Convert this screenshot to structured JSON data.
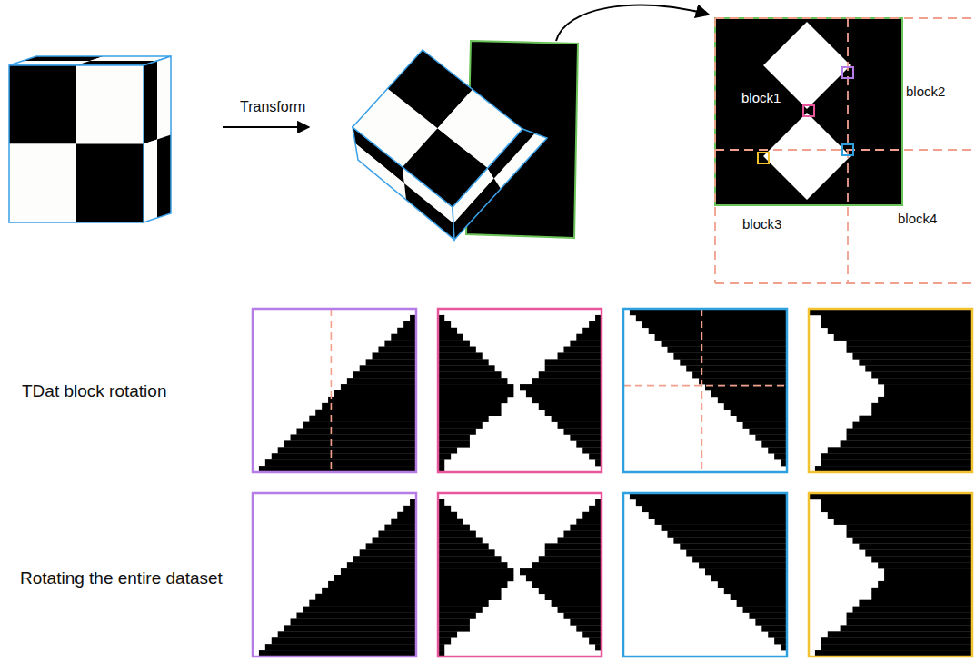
{
  "diagram": {
    "labels": [
      "Transform",
      "block1",
      "block2",
      "block3",
      "block4",
      "TDat block rotation",
      "Rotating the entire dataset"
    ]
  }
}
